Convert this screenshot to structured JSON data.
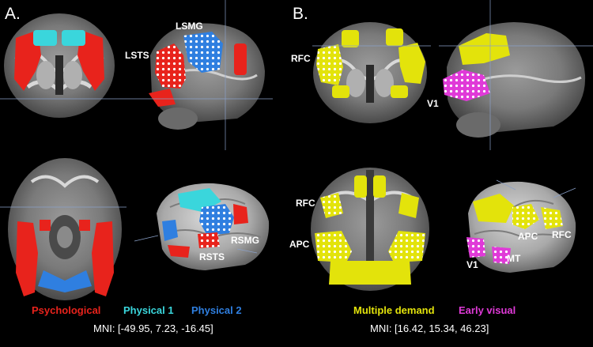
{
  "panels": {
    "a": {
      "letter": "A.",
      "labels": {
        "lsmg": "LSMG",
        "lsts": "LSTS",
        "rsmg": "RSMG",
        "rsts": "RSTS"
      },
      "legend": [
        {
          "text": "Psychological",
          "color": "#e8231c"
        },
        {
          "text": "Physical 1",
          "color": "#3ad6dc"
        },
        {
          "text": "Physical 2",
          "color": "#2f7fe0"
        }
      ],
      "mni": "MNI: [-49.95, 7.23, -16.45]"
    },
    "b": {
      "letter": "B.",
      "labels": {
        "rfc_top": "RFC",
        "v1_top": "V1",
        "rfc_axial": "RFC",
        "apc_axial": "APC",
        "apc_3d": "APC",
        "rfc_3d": "RFC",
        "v1_3d": "V1",
        "mt_3d": "MT"
      },
      "legend": [
        {
          "text": "Multiple demand",
          "color": "#e3e30b"
        },
        {
          "text": "Early visual",
          "color": "#e03ad8"
        }
      ],
      "mni": "MNI: [16.42, 15.34, 46.23]"
    }
  }
}
